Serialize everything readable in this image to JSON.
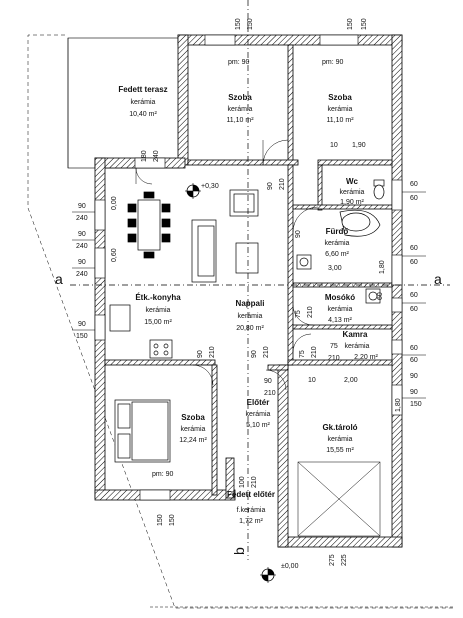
{
  "rooms": {
    "fedett_terasz": {
      "name": "Fedett terasz",
      "material": "kerámia",
      "area": "10,40 m²"
    },
    "szoba_1": {
      "name": "Szoba",
      "material": "kerámia",
      "area": "11,10 m²"
    },
    "szoba_2": {
      "name": "Szoba",
      "material": "kerámia",
      "area": "11,10 m²"
    },
    "wc": {
      "name": "Wc",
      "material": "kerámia",
      "area": "1,90 m²"
    },
    "furdo": {
      "name": "Fürdő",
      "material": "kerámia",
      "area": "6,60 m²"
    },
    "etk_konyha": {
      "name": "Étk.-konyha",
      "material": "kerámia",
      "area": "15,00 m²"
    },
    "nappali": {
      "name": "Nappali",
      "material": "kerámia",
      "area": "20,80 m²"
    },
    "mosoko": {
      "name": "Mosókó",
      "material": "kerámia",
      "area": "4,13 m²"
    },
    "kamra": {
      "name": "Kamra",
      "material": "kerámia",
      "area": "2,20 m²"
    },
    "szoba_3": {
      "name": "Szoba",
      "material": "kerámia",
      "area": "12,24 m²"
    },
    "eloter": {
      "name": "Előtér",
      "material": "kerámia",
      "area": "5,10 m²"
    },
    "gk_tarolo": {
      "name": "Gk.tároló",
      "material": "kerámia",
      "area": "15,55 m²"
    },
    "fedett_eloter": {
      "name": "Fedett előtér",
      "material": "f.kerámia",
      "area": "1,72 m²"
    }
  },
  "section_labels": {
    "a_left": "a",
    "a_right": "a",
    "b": "b"
  },
  "levels": {
    "floor": "+0,30",
    "ground": "±0,00"
  },
  "parapets": {
    "pm1": "pm: 90",
    "pm2": "pm: 90",
    "pm3": "pm: 90"
  },
  "dims": {
    "top_150_a": "150",
    "top_150_b": "150",
    "top_150_c": "150",
    "top_150_d": "150",
    "d_180": "180",
    "d_240": "240",
    "d_90": "90",
    "d_210": "210",
    "d_10": "10",
    "d_1_90": "1,90",
    "r_60_1": "60",
    "r_60_2": "60",
    "r_60_3": "60",
    "r_60_4": "60",
    "r_60_5": "60",
    "r_60_6": "60",
    "r_60_7": "60",
    "r_60_8": "60",
    "r_90_1": "90",
    "r_150_1": "150",
    "r_90_2": "90",
    "r_60_9": "60",
    "l_90_1": "90",
    "l_240_1": "240",
    "l_90_2": "90",
    "l_240_2": "240",
    "l_90_3": "90",
    "l_240_3": "240",
    "l_90_4": "90",
    "l_150_1": "150",
    "w_0_00": "0,00",
    "w_0_60": "0,60",
    "c_90_a": "90",
    "c_210_a": "210",
    "c_90_b": "90",
    "c_210_b": "210",
    "c_75_a": "75",
    "c_210_c": "210",
    "c_90_c": "90",
    "c_75_b": "75",
    "c_210_d": "210",
    "c_75_c": "75",
    "c_210_e": "210",
    "c_10": "10",
    "c_2_00": "2,00",
    "c_90_d": "90",
    "c_210_f": "210",
    "b_150_a": "150",
    "b_150_b": "150",
    "b_275": "275",
    "b_225": "225",
    "b_100": "100",
    "b_210": "210",
    "v_1_80": "1,80",
    "v_1_80b": "1,80",
    "v_3_00": "3,00"
  }
}
